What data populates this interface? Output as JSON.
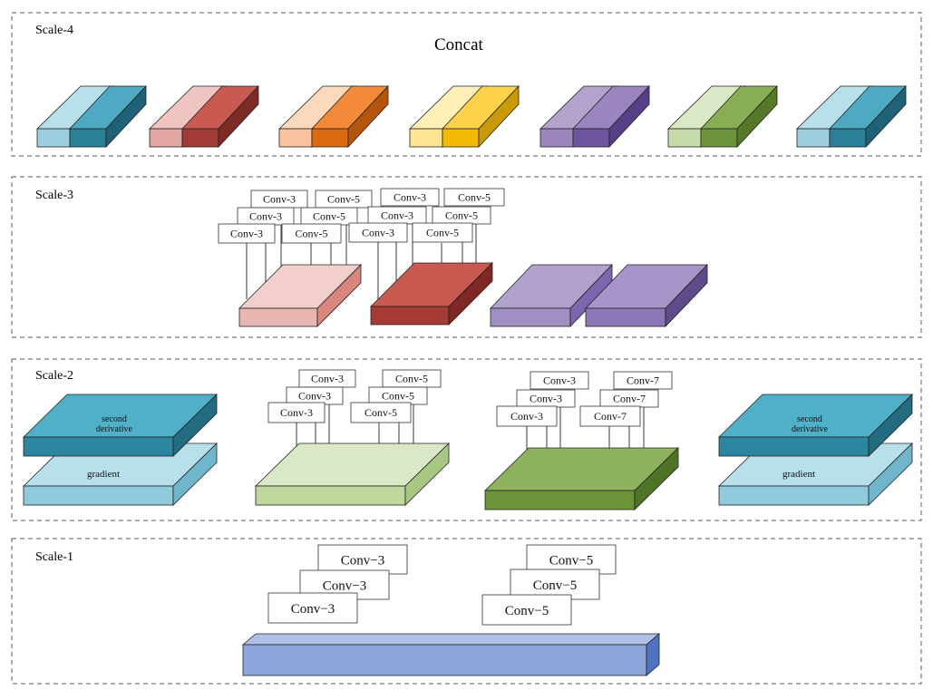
{
  "scales": [
    {
      "label": "Scale-4",
      "title": "Concat"
    },
    {
      "label": "Scale-3"
    },
    {
      "label": "Scale-2"
    },
    {
      "label": "Scale-1"
    }
  ],
  "scale4": {
    "pairs": [
      {
        "name": "light-blue",
        "a": [
          "#b7e0ea",
          "#9bcfdd",
          "#86c1d1"
        ],
        "b": [
          "#4ea9c2",
          "#2a7f99",
          "#1f6277"
        ]
      },
      {
        "name": "pink-red",
        "a": [
          "#f0c4c0",
          "#e3a7a1",
          "#d58d86"
        ],
        "b": [
          "#c95a52",
          "#a23a35",
          "#7e2a26"
        ]
      },
      {
        "name": "peach-orange",
        "a": [
          "#fbd9bc",
          "#f7c29d",
          "#f2ad81"
        ],
        "b": [
          "#f28a3a",
          "#dd6a12",
          "#b5540c"
        ]
      },
      {
        "name": "yellow",
        "a": [
          "#fff0b8",
          "#fde392",
          "#f8d56c"
        ],
        "b": [
          "#fdd24a",
          "#f3bb06",
          "#c99a05"
        ]
      },
      {
        "name": "purple",
        "a": [
          "#b3a3cc",
          "#9b86bb",
          "#8670aa"
        ],
        "b": [
          "#9a85c0",
          "#6d55a0",
          "#573f86"
        ]
      },
      {
        "name": "green",
        "a": [
          "#dbe8c5",
          "#c7dba8",
          "#b3cd8e"
        ],
        "b": [
          "#87ad55",
          "#6b9339",
          "#557829"
        ]
      },
      {
        "name": "light-blue-2",
        "a": [
          "#b7e0ea",
          "#9bcfdd",
          "#86c1d1"
        ],
        "b": [
          "#4ea9c2",
          "#2a7f99",
          "#1f6277"
        ]
      }
    ]
  },
  "scale3": {
    "conv3_stack": [
      "Conv-3",
      "Conv-3",
      "Conv-3"
    ],
    "conv5_stack": [
      "Conv-5",
      "Conv-5",
      "Conv-5"
    ],
    "colors": {
      "pink": [
        "#f2cfcb",
        "#e8b5b0",
        "#d9867e"
      ],
      "red": [
        "#c95a52",
        "#a63a34",
        "#7f2826"
      ],
      "purple1": [
        "#b0a2cc",
        "#a08fc3",
        "#7c66ad"
      ],
      "purple2": [
        "#a794c9",
        "#8c77b7",
        "#5f4b8a"
      ]
    }
  },
  "scale2": {
    "second_derivative_label": "second\nderivative",
    "second_derivative_lines": [
      "second",
      "derivative"
    ],
    "gradient_label": "gradient",
    "lightgreen_stacks": {
      "conv3": [
        "Conv-3",
        "Conv-3",
        "Conv-3"
      ],
      "conv5": [
        "Conv-5",
        "Conv-5",
        "Conv-5"
      ]
    },
    "darkgreen_stacks": {
      "conv3": [
        "Conv-3",
        "Conv-3",
        "Conv-3"
      ],
      "conv7": [
        "Conv-7",
        "Conv-7",
        "Conv-7"
      ]
    },
    "colors": {
      "teal": [
        "#4fb0c8",
        "#2d86a0",
        "#236b80"
      ],
      "lightblue": [
        "#b8e0ea",
        "#8fcbdc",
        "#6fb6cb"
      ],
      "lightgreen": [
        "#dbe8c8",
        "#c0d89e",
        "#a7c882"
      ],
      "darkgreen": [
        "#8fb25f",
        "#6b9339",
        "#4f7428"
      ]
    }
  },
  "scale1": {
    "conv3_stack": [
      "Conv−3",
      "Conv−3",
      "Conv−3"
    ],
    "conv5_stack": [
      "Conv−5",
      "Conv−5",
      "Conv−5"
    ],
    "colors": {
      "blue": [
        "#aec0e6",
        "#8ea7db",
        "#4f73c2"
      ]
    }
  }
}
